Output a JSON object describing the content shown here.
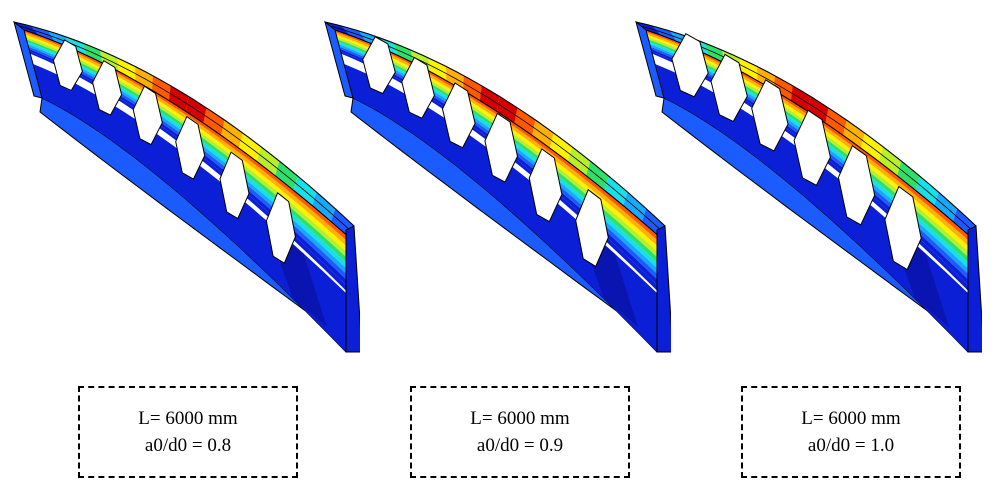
{
  "panels": [
    {
      "length_label": "L= 6000 mm",
      "ratio_label": "a0/d0 = 0.8",
      "a0_d0": 0.8
    },
    {
      "length_label": "L= 6000 mm",
      "ratio_label": "a0/d0 = 0.9",
      "a0_d0": 0.9
    },
    {
      "length_label": "L= 6000 mm",
      "ratio_label": "a0/d0 = 1.0",
      "a0_d0": 1.0
    }
  ],
  "colormap": [
    "#0a1fd6",
    "#1a5cff",
    "#17a8ff",
    "#17e0e8",
    "#2ee06a",
    "#b8ef2a",
    "#fff200",
    "#ffb000",
    "#ff5a00",
    "#d60000"
  ]
}
